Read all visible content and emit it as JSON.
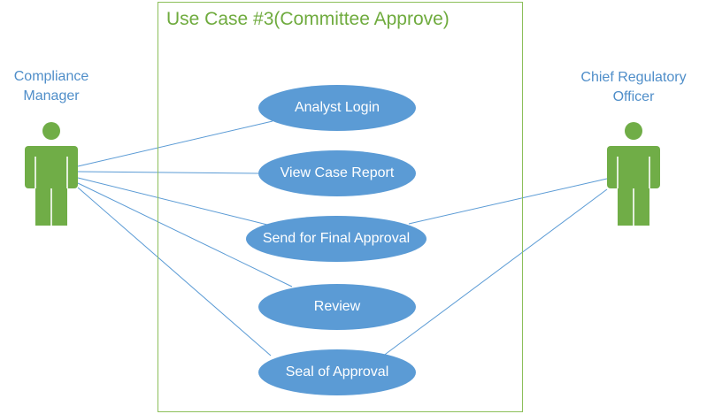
{
  "diagram": {
    "boundary_title": "Use Case #3(Committee Approve)",
    "actors": {
      "left": {
        "line1": "Compliance",
        "line2": "Manager"
      },
      "right": {
        "line1": "Chief Regulatory",
        "line2": "Officer"
      }
    },
    "use_cases": [
      "Analyst Login",
      "View Case Report",
      "Send for Final Approval",
      "Review",
      "Seal of Approval"
    ],
    "colors": {
      "actor": "#70ad47",
      "use_case_fill": "#5b9bd5",
      "boundary": "#8cbf5a",
      "title": "#6fab3e",
      "actor_label": "#4f8ec9",
      "association_line": "#5b9bd5"
    }
  }
}
